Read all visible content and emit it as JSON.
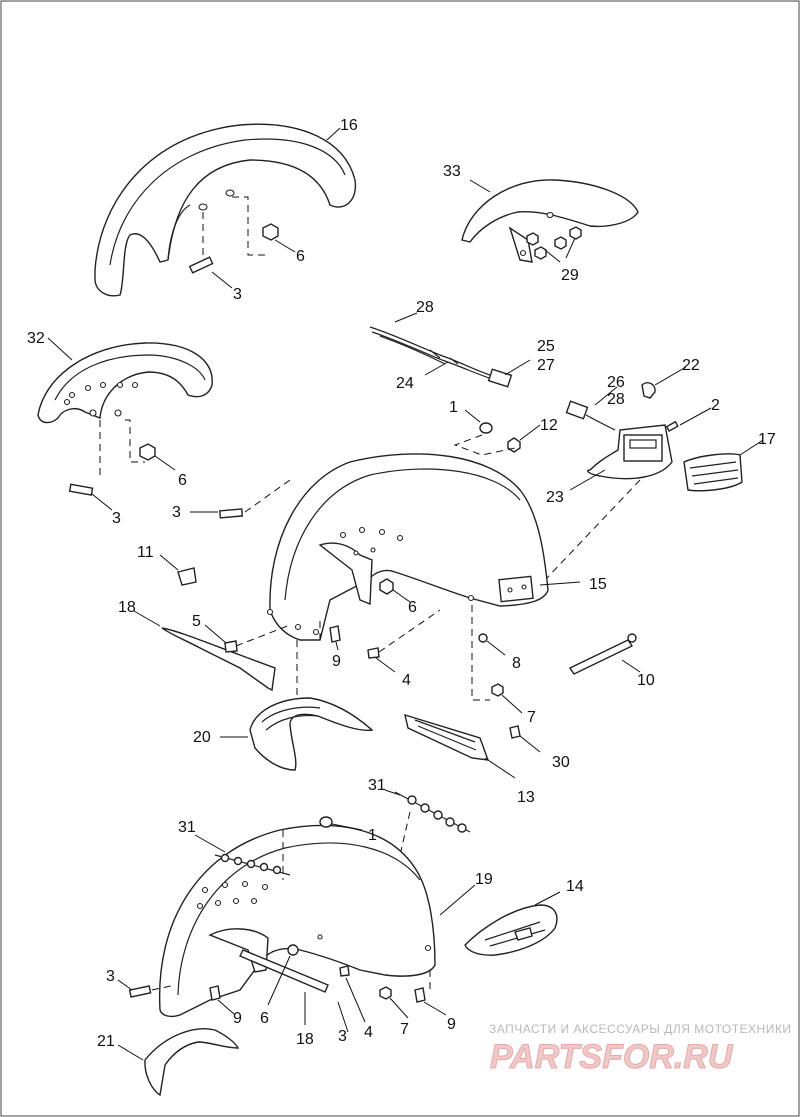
{
  "diagram": {
    "callouts": [
      "16",
      "6",
      "3",
      "33",
      "29",
      "32",
      "6",
      "3",
      "28",
      "25",
      "27",
      "24",
      "1",
      "12",
      "26",
      "28",
      "22",
      "2",
      "17",
      "23",
      "3",
      "15",
      "11",
      "6",
      "18",
      "5",
      "9",
      "4",
      "8",
      "10",
      "7",
      "20",
      "30",
      "13",
      "31",
      "1",
      "31",
      "19",
      "14",
      "3",
      "9",
      "6",
      "18",
      "3",
      "4",
      "7",
      "9",
      "21"
    ]
  },
  "watermark": {
    "caption": "ЗАПЧАСТИ И АКСЕССУАРЫ ДЛЯ МОТОТЕХНИКИ",
    "brand": "PARTSFOR.RU"
  },
  "colors": {
    "line": "#222222",
    "background": "#ffffff",
    "watermark_brand": "#f0c8c8"
  }
}
